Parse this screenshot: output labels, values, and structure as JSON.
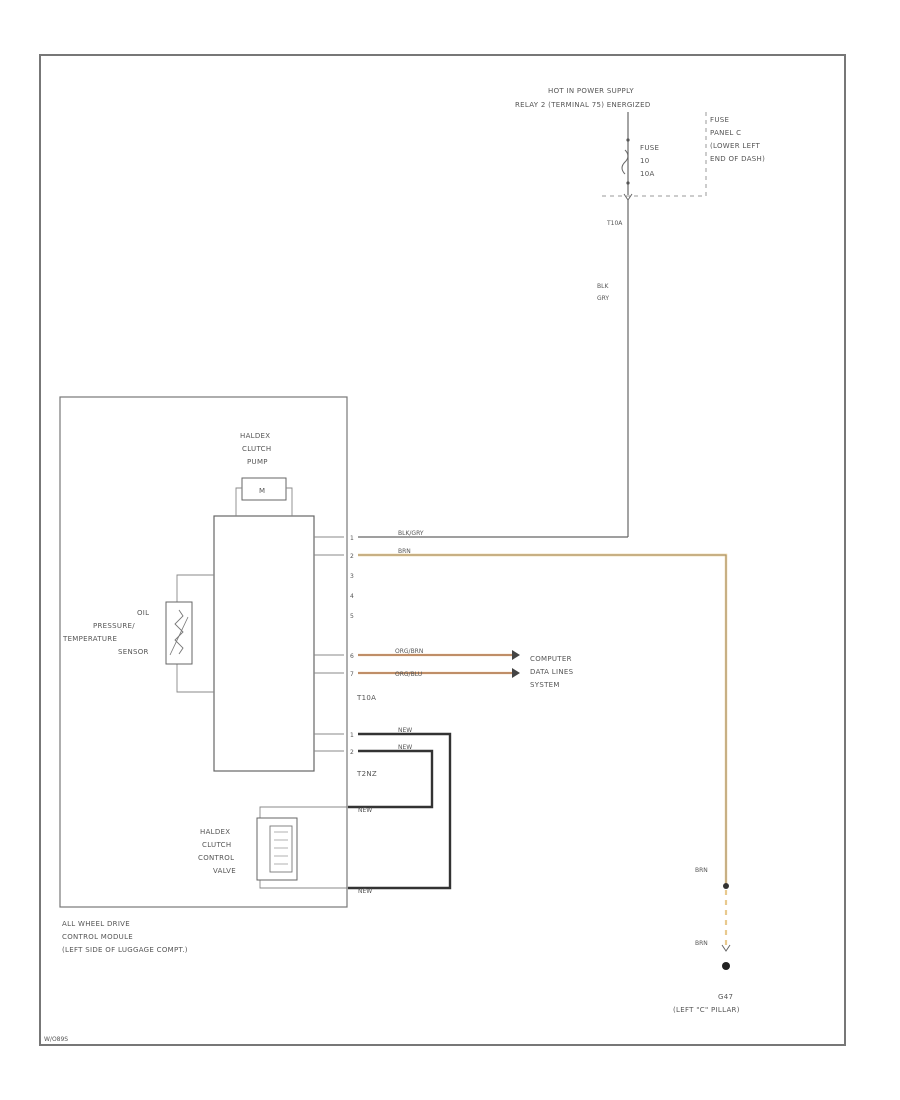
{
  "power": {
    "line1": "HOT IN POWER SUPPLY",
    "line2": "RELAY 2 (TERMINAL 75) ENERGIZED"
  },
  "fuse": {
    "name_line1": "FUSE",
    "name_line2": "10",
    "name_line3": "10A",
    "panel_line1": "FUSE",
    "panel_line2": "PANEL C",
    "panel_line3": "(LOWER LEFT",
    "panel_line4": "END OF DASH)",
    "terminal": "T10A"
  },
  "wire_power": {
    "line1": "BLK",
    "line2": "GRY"
  },
  "pump": {
    "line1": "HALDEX",
    "line2": "CLUTCH",
    "line3": "PUMP",
    "symbol": "M"
  },
  "sensor": {
    "line1": "OIL",
    "line2": "PRESSURE/",
    "line3": "TEMPERATURE",
    "line4": "SENSOR"
  },
  "valve": {
    "line1": "HALDEX",
    "line2": "CLUTCH",
    "line3": "CONTROL",
    "line4": "VALVE"
  },
  "module": {
    "line1": "ALL WHEEL DRIVE",
    "line2": "CONTROL MODULE",
    "line3": "(LEFT SIDE OF LUGGAGE COMPT.)"
  },
  "connector1": {
    "name": "T10A",
    "pins": [
      {
        "pin": "1",
        "wire": "BLK/GRY"
      },
      {
        "pin": "2",
        "wire": "BRN"
      },
      {
        "pin": "3",
        "wire": ""
      },
      {
        "pin": "4",
        "wire": ""
      },
      {
        "pin": "5",
        "wire": ""
      },
      {
        "pin": "6",
        "wire": "ORG/BRN"
      },
      {
        "pin": "7",
        "wire": "ORG/BLU"
      }
    ]
  },
  "connector2": {
    "name": "T2NZ",
    "pins": [
      {
        "pin": "1",
        "wire": "NEW"
      },
      {
        "pin": "2",
        "wire": "NEW"
      }
    ]
  },
  "valve_wires": {
    "top": "NEW",
    "bottom": "NEW"
  },
  "data_lines": {
    "line1": "COMPUTER",
    "line2": "DATA LINES",
    "line3": "SYSTEM"
  },
  "ground": {
    "wire_top": "BRN",
    "wire_bottom": "BRN",
    "name": "G47",
    "location": "(LEFT \"C\" PILLAR)"
  },
  "footer": {
    "code": "W/O89S"
  },
  "colors": {
    "brown_wire": "#e8c98e",
    "orange_wire": "#e3a26e",
    "blue_dash": "#9db8d6",
    "black_wire": "#333333"
  }
}
